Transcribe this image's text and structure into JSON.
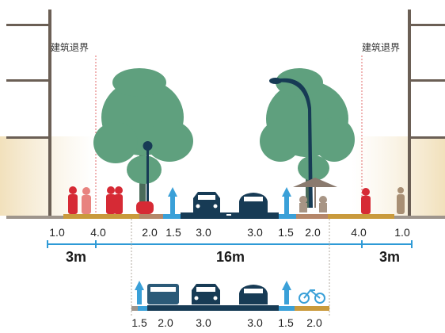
{
  "setback_label": "建筑退界",
  "top_measurements": [
    "1.0",
    "4.0",
    "2.0",
    "1.5",
    "3.0",
    "3.0",
    "1.5",
    "2.0",
    "4.0",
    "1.0"
  ],
  "span_labels": {
    "left": "3m",
    "center": "16m",
    "right": "3m"
  },
  "bottom_measurements": [
    "1.5",
    "2.0",
    "3.0",
    "3.0",
    "1.5",
    "2.0"
  ],
  "colors": {
    "building": "#6b5f55",
    "ground": "#9e958c",
    "sidewalk": "#c99a3c",
    "bike_lane": "#3aa0d8",
    "road": "#173b55",
    "tree": "#5fa07e",
    "trunk": "#4a6b5a",
    "pedestrian": "#d62a35",
    "pedestrian_light": "#e8837f",
    "dimension_line": "#2e9ad6",
    "setback_line": "#e26b6b",
    "shade": "#f5ead2"
  },
  "icons": [
    "building-left-icon",
    "building-right-icon",
    "tree-icon",
    "street-lamp-icon",
    "car-icon",
    "van-icon",
    "bus-icon",
    "cyclist-icon",
    "pedestrian-icon",
    "umbrella-icon",
    "bicycle-icon"
  ]
}
